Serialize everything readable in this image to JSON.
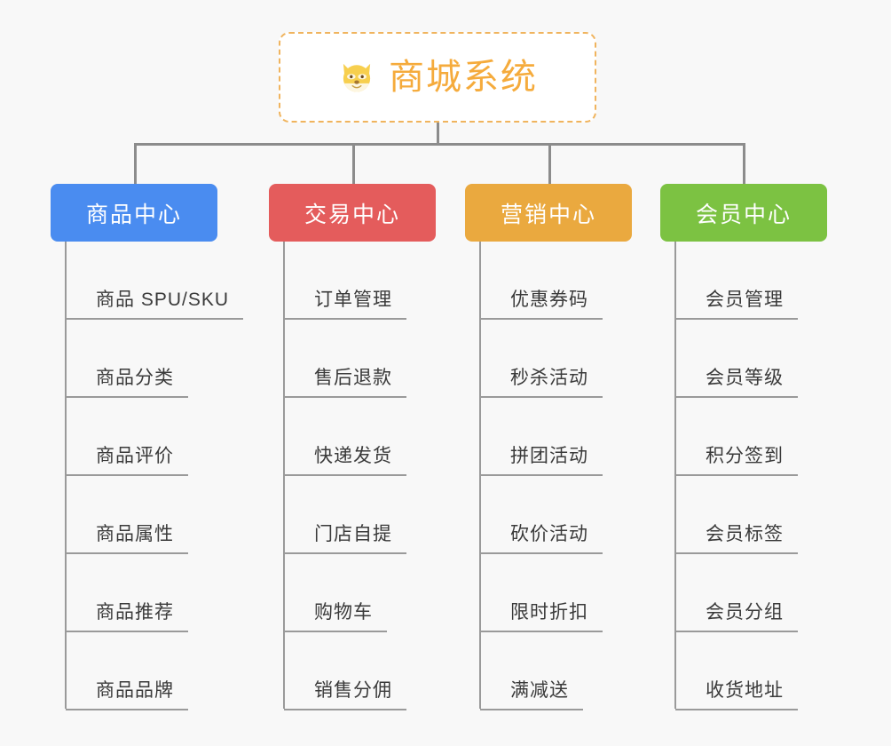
{
  "background_color": "#f8f8f8",
  "root": {
    "icon": "dog-face-emoji",
    "title": "商城系统",
    "title_color": "#f5ab3c",
    "border_color": "#f0b45e"
  },
  "connector_color": "#8c8c8c",
  "columns": [
    {
      "id": "product-center",
      "label": "商品中心",
      "color": "#4a8cf0",
      "items": [
        "商品 SPU/SKU",
        "商品分类",
        "商品评价",
        "商品属性",
        "商品推荐",
        "商品品牌"
      ]
    },
    {
      "id": "trade-center",
      "label": "交易中心",
      "color": "#e45c5c",
      "items": [
        "订单管理",
        "售后退款",
        "快递发货",
        "门店自提",
        "购物车",
        "销售分佣"
      ]
    },
    {
      "id": "marketing-center",
      "label": "营销中心",
      "color": "#eaa93f",
      "items": [
        "优惠券码",
        "秒杀活动",
        "拼团活动",
        "砍价活动",
        "限时折扣",
        "满减送"
      ]
    },
    {
      "id": "member-center",
      "label": "会员中心",
      "color": "#7cc242",
      "items": [
        "会员管理",
        "会员等级",
        "积分签到",
        "会员标签",
        "会员分组",
        "收货地址"
      ]
    }
  ]
}
